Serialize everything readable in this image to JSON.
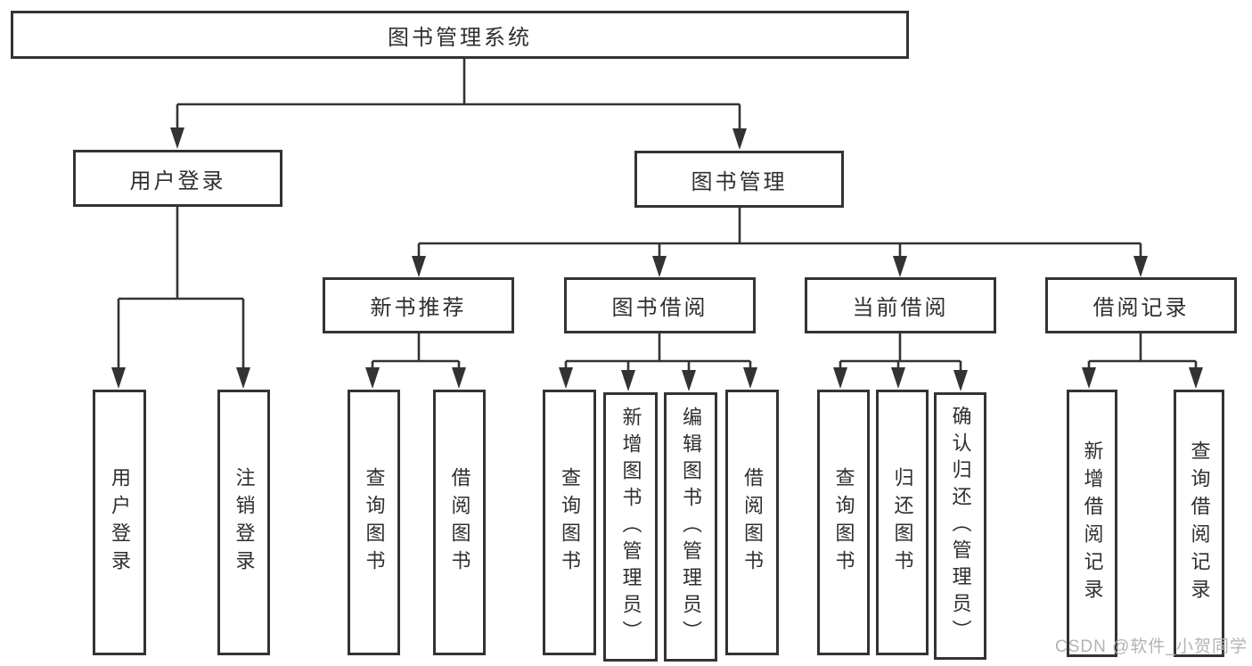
{
  "diagram": {
    "root": {
      "label": "图书管理系统"
    },
    "level2": [
      {
        "label": "用户登录"
      },
      {
        "label": "图书管理"
      }
    ],
    "level3": [
      {
        "label": "新书推荐"
      },
      {
        "label": "图书借阅"
      },
      {
        "label": "当前借阅"
      },
      {
        "label": "借阅记录"
      }
    ],
    "leaves": {
      "user_login": [
        "用户登录",
        "注销登录"
      ],
      "new_book": [
        "查询图书",
        "借阅图书"
      ],
      "book_borrow": [
        "查询图书",
        "新增图书（管理员）",
        "编辑图书（管理员）",
        "借阅图书"
      ],
      "current_borrow": [
        "查询图书",
        "归还图书",
        "确认归还（管理员）"
      ],
      "borrow_records": [
        "新增借阅记录",
        "查询借阅记录"
      ]
    }
  },
  "watermark": {
    "text": "CSDN @软件_小贺同学"
  },
  "colors": {
    "line": "#333333",
    "text": "#2f2f2f",
    "watermark": "#b3b3b3",
    "background": "#ffffff"
  }
}
